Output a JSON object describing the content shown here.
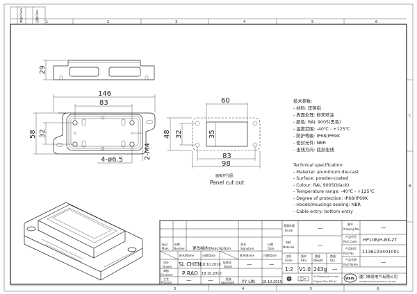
{
  "frame": {
    "zones_top": [
      "1",
      "2",
      "3",
      "4",
      "5",
      "6"
    ],
    "zones_bottom": [
      "3",
      "4",
      "5",
      "6"
    ],
    "zones_right": [
      "C",
      "B"
    ]
  },
  "side_view": {
    "height_dim": "29"
  },
  "top_view": {
    "overall_length": "146",
    "hole_spacing_x": "83",
    "overall_width": "58",
    "hole_spacing_y": "32",
    "hole_callout": "4-ø6.5",
    "thread_callout": "2-M4"
  },
  "panel_cutout": {
    "cut_width": "60",
    "cut_height": "35",
    "hole_spacing_x": "83",
    "outer_width": "98",
    "hole_spacing_y": "32",
    "outer_height": "48",
    "caption_cn": "面板开孔图",
    "caption_en": "Panel cut out"
  },
  "specs_cn": {
    "title": "技术参数:",
    "items": [
      "- 材料: 压铸铝",
      "- 表面处理: 粉末喷涂",
      "- 颜色: RAL 9005(黑色)",
      "- 温度范围: -40℃ - +125℃",
      "- 防护等级: IP68/IP69K",
      "- 密封元件: NBR",
      "- 出线方向: 底部出线"
    ]
  },
  "specs_en": {
    "title": "Technical specification:",
    "items": [
      "- Material: aluminium die-cast",
      "- Surface: powder-coated",
      "- Colour: RAL 9005(black)",
      "- Temperature range: -40℃ - +125℃",
      "- Degree of protection: IP68/IP69K",
      "- Hoods/Housings sealing: NBR",
      "- Cable entry: bottom entry"
    ]
  },
  "title_block": {
    "mark": [
      "标记",
      "Mark"
    ],
    "number": [
      "处数",
      "Number"
    ],
    "description": "更改描述/Description",
    "signature": [
      "签名",
      "Signature"
    ],
    "date": [
      "日期",
      "Date"
    ],
    "name_date_hdr": [
      "姓名/Name",
      "日期/Date"
    ],
    "drawn": [
      "设计",
      "Drawn"
    ],
    "checked": [
      "审核",
      "Checked"
    ],
    "process": [
      "工艺",
      "Process"
    ],
    "stand": [
      "标准化",
      "Stand"
    ],
    "approved": [
      "批准",
      "Approved"
    ],
    "drawn_name": "SL CHEN",
    "drawn_date": "18.10.2010",
    "checked_name": "P RAO",
    "checked_date": "18.10.2010",
    "process_name": "—",
    "process_date": "—",
    "stand_name": "—",
    "stand_date": "—",
    "approved_name": "YY LIN",
    "approved_date": "18.10.2010",
    "finish": [
      "表面处理",
      "Finish"
    ],
    "finish_value": "—",
    "material": [
      "材料",
      "Material"
    ],
    "material_value": "—",
    "scale": [
      "比例",
      "Scale"
    ],
    "scale_value": "1:2",
    "rev": [
      "版本",
      "REV."
    ],
    "rev_value": "V1.0",
    "weight": [
      "重量",
      "Weight"
    ],
    "weight_value": "243g",
    "qty": [
      "数量",
      "Qty."
    ],
    "qty_value": "—",
    "dims_note": [
      "All Dimensions in mm",
      "Original Size DIN A4"
    ],
    "drawing_no": [
      "图号",
      "Drawing No."
    ],
    "drawing_no_value": "—",
    "part_code": [
      "产品代号",
      "Part Code"
    ],
    "part_code_value": "HP10B/H-BK-2T",
    "part_no": [
      "产品料号",
      "Part No."
    ],
    "part_no_value": "1136103401001",
    "part_name": [
      "产品名称",
      "Part Name"
    ],
    "part_name_value": "—",
    "company_cn": "厦门唯恩电气有限公司",
    "company_en": "XIAMEN WAIN ELECTRICAL CO.,LTD",
    "logo_text": "WAIN"
  },
  "corner_table": [
    "审核/Check",
    "日期 Date"
  ]
}
